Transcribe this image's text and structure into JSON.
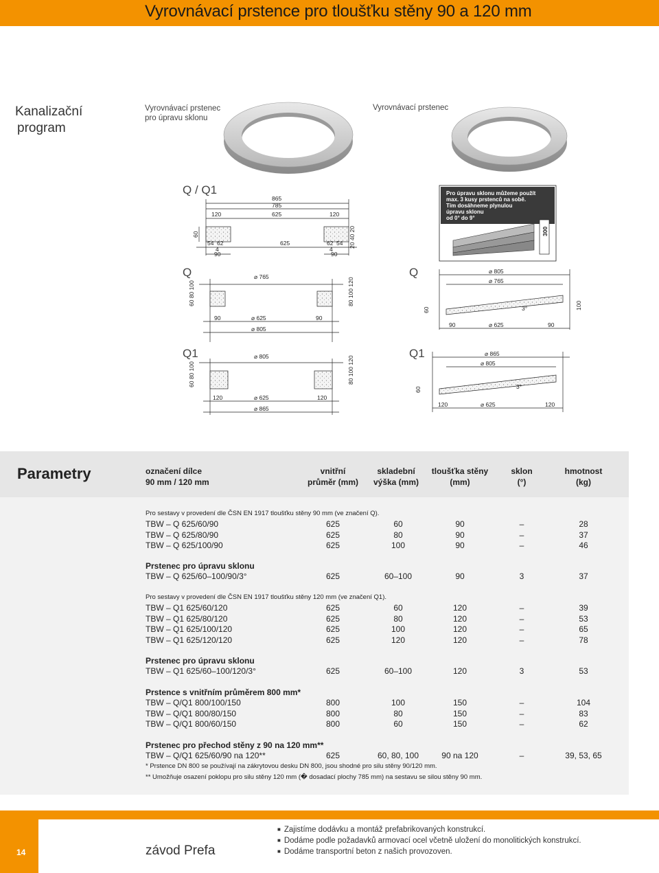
{
  "page_title": "Vyrovnávací prstence pro tloušťku stěny 90 a 120 mm",
  "section": {
    "line1": "Kanalizační",
    "line2": "program"
  },
  "captions": {
    "slope_ring_line1": "Vyrovnávací prstenec",
    "slope_ring_line2": "pro úpravu sklonu",
    "ring": "Vyrovnávací prstenec"
  },
  "drawing": {
    "view_qq1": "Q / Q1",
    "view_q": "Q",
    "view_q1": "Q1",
    "note_lines": [
      "Pro úpravu sklonu můžeme použít",
      "max. 3 kusy prstenců na sobě.",
      "Tím dosáhneme plynulou",
      "úpravu sklonu",
      "od 0° do 9°"
    ],
    "dims": {
      "d865": "865",
      "d785": "785",
      "d625": "625",
      "d120": "120",
      "d90": "90",
      "d60": "60",
      "d54": "54",
      "d62": "62",
      "d4": "4",
      "d20": "20",
      "d300": "300",
      "d80": "80",
      "d100": "100",
      "d3deg": "3°",
      "phi765": "⌀ 765",
      "phi625": "⌀ 625",
      "phi805": "⌀ 805",
      "phi865": "⌀ 865",
      "stack_60_80_100": "60 80 100",
      "stack_80_100_120": "80 100 120",
      "stack_20_40_20": "20 40 20"
    }
  },
  "params": {
    "title": "Parametry",
    "headers": {
      "name": [
        "označení dílce",
        "90 mm / 120 mm"
      ],
      "diameter": [
        "vnitřní",
        "průměr (mm)"
      ],
      "height": [
        "skladební",
        "výška (mm)"
      ],
      "wall": [
        "tloušťka stěny",
        "(mm)"
      ],
      "slope": [
        "sklon",
        "(°)"
      ],
      "weight": [
        "hmotnost",
        "(kg)"
      ]
    },
    "note_q": "Pro sestavy v provedení dle ČSN EN 1917 tloušťku stěny 90 mm (ve značení Q).",
    "rows_q": [
      {
        "name": "TBW – Q 625/60/90",
        "d": "625",
        "h": "60",
        "t": "90",
        "s": "–",
        "m": "28"
      },
      {
        "name": "TBW – Q 625/80/90",
        "d": "625",
        "h": "80",
        "t": "90",
        "s": "–",
        "m": "37"
      },
      {
        "name": "TBW – Q 625/100/90",
        "d": "625",
        "h": "100",
        "t": "90",
        "s": "–",
        "m": "46"
      }
    ],
    "sub_slope_q": "Prstenec pro úpravu sklonu",
    "rows_slope_q": [
      {
        "name": "TBW – Q 625/60–100/90/3°",
        "d": "625",
        "h": "60–100",
        "t": "90",
        "s": "3",
        "m": "37"
      }
    ],
    "note_q1": "Pro sestavy v provedení dle ČSN EN 1917 tloušťku stěny 120 mm (ve značení Q1).",
    "rows_q1": [
      {
        "name": "TBW – Q1 625/60/120",
        "d": "625",
        "h": "60",
        "t": "120",
        "s": "–",
        "m": "39"
      },
      {
        "name": "TBW – Q1 625/80/120",
        "d": "625",
        "h": "80",
        "t": "120",
        "s": "–",
        "m": "53"
      },
      {
        "name": "TBW – Q1 625/100/120",
        "d": "625",
        "h": "100",
        "t": "120",
        "s": "–",
        "m": "65"
      },
      {
        "name": "TBW – Q1 625/120/120",
        "d": "625",
        "h": "120",
        "t": "120",
        "s": "–",
        "m": "78"
      }
    ],
    "sub_slope_q1": "Prstenec pro úpravu sklonu",
    "rows_slope_q1": [
      {
        "name": "TBW – Q1 625/60–100/120/3°",
        "d": "625",
        "h": "60–100",
        "t": "120",
        "s": "3",
        "m": "53"
      }
    ],
    "sub_800": "Prstence s vnitřním průměrem 800 mm*",
    "rows_800": [
      {
        "name": "TBW – Q/Q1 800/100/150",
        "d": "800",
        "h": "100",
        "t": "150",
        "s": "–",
        "m": "104"
      },
      {
        "name": "TBW – Q/Q1 800/80/150",
        "d": "800",
        "h": "80",
        "t": "150",
        "s": "–",
        "m": "83"
      },
      {
        "name": "TBW – Q/Q1 800/60/150",
        "d": "800",
        "h": "60",
        "t": "150",
        "s": "–",
        "m": "62"
      }
    ],
    "sub_transition": "Prstenec pro přechod stěny z 90 na 120 mm**",
    "rows_transition": [
      {
        "name": "TBW – Q/Q1 625/60/90 na 120**",
        "d": "625",
        "h": "60, 80, 100",
        "t": "90 na 120",
        "s": "–",
        "m": "39, 53, 65"
      }
    ],
    "footnote1": "* Prstence DN 800 se používají na zákrytovou desku DN 800, jsou shodné pro silu stěny 90/120 mm.",
    "footnote2": "** Umožňuje osazení poklopu pro silu stěny 120 mm (� dosadací plochy 785 mm) na sestavu se silou stěny 90 mm."
  },
  "footer": {
    "page_number": "14",
    "brand": "závod Prefa",
    "bullets": [
      "Zajistíme dodávku a montáž prefabrikovaných konstrukcí.",
      "Dodáme podle požadavků armovací ocel včetně uložení do monolitických konstrukcí.",
      "Dodáme transportní beton z našich provozoven."
    ]
  },
  "colors": {
    "accent": "#f39200",
    "panel": "#f2f2f2",
    "panel_head": "#e6e6e6"
  }
}
